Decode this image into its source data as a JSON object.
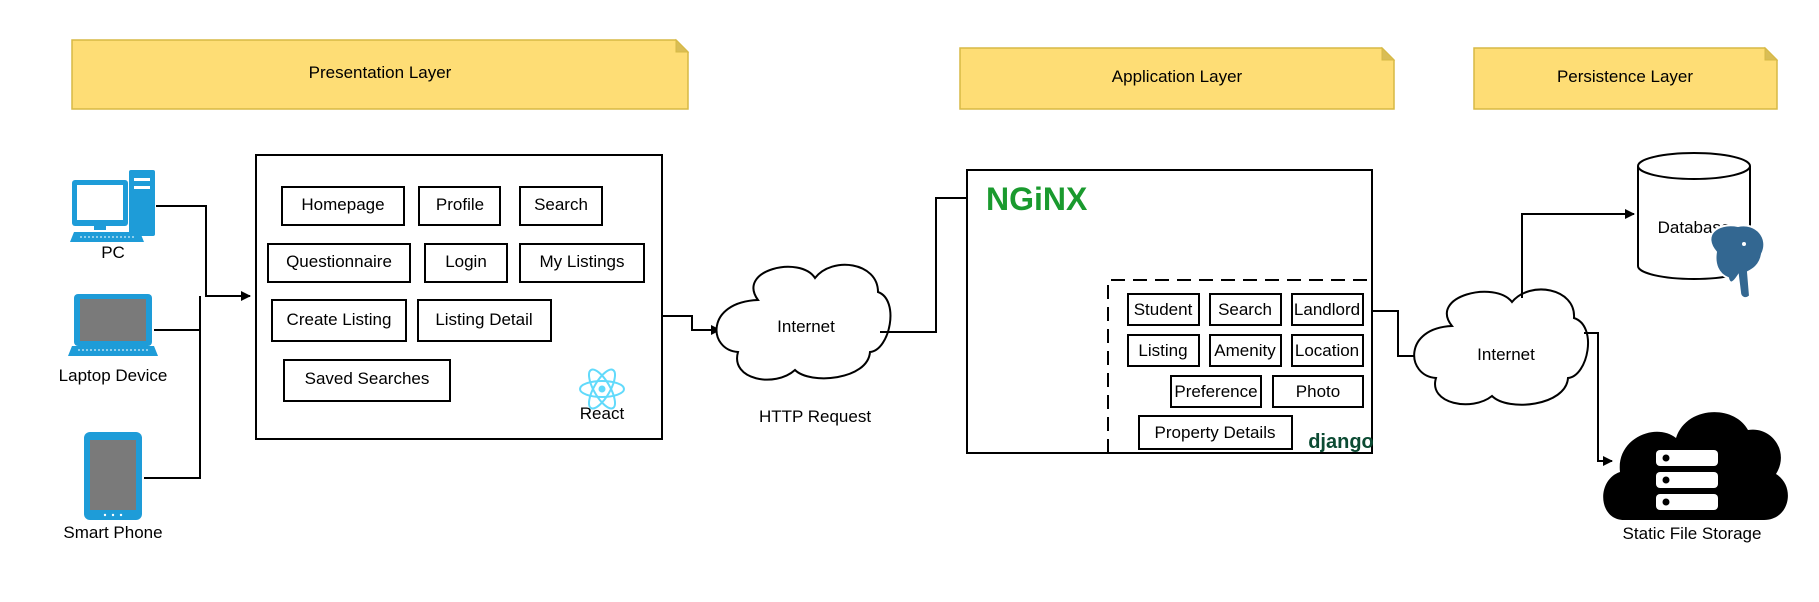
{
  "layers": {
    "presentation": "Presentation Layer",
    "application": "Application Layer",
    "persistence": "Persistence Layer"
  },
  "devices": {
    "pc": "PC",
    "laptop": "Laptop Device",
    "phone": "Smart Phone"
  },
  "frontend_pages": [
    "Homepage",
    "Profile",
    "Search",
    "Questionnaire",
    "Login",
    "My Listings",
    "Create Listing",
    "Listing Detail",
    "Saved Searches"
  ],
  "frontend_framework": "React",
  "network": {
    "internet_left": "Internet",
    "http_request": "HTTP Request",
    "internet_right": "Internet"
  },
  "server": {
    "nginx": "NGiNX",
    "django": "django",
    "models": [
      "Student",
      "Search",
      "Landlord",
      "Listing",
      "Amenity",
      "Location",
      "Preference",
      "Photo",
      "Property Details"
    ]
  },
  "storage": {
    "database": "Database",
    "static": "Static File Storage"
  },
  "colors": {
    "note_fill": "#FEDD75",
    "device_blue": "#1E9CD8",
    "nginx_green": "#1A9A2E",
    "react_blue": "#61DAFB",
    "postgres_blue": "#336791",
    "django_green": "#0C4B33"
  }
}
